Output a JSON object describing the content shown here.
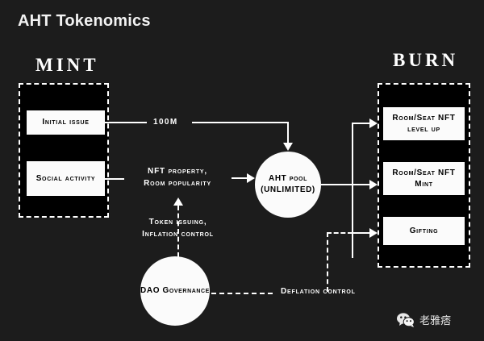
{
  "page": {
    "title": "AHT Tokenomics",
    "background": "#1c1c1c",
    "foreground": "#ffffff",
    "box_fill": "#fbfbfb",
    "container_fill": "#000000"
  },
  "mint": {
    "heading": "MINT",
    "boxes": [
      {
        "label": "Initial issue"
      },
      {
        "label": "Social\nactivity"
      }
    ]
  },
  "burn": {
    "heading": "BURN",
    "boxes": [
      {
        "label": "Room/Seat\nNFT level up"
      },
      {
        "label": "Room/Seat\nNFT Mint"
      },
      {
        "label": "Gifting"
      }
    ]
  },
  "pool": {
    "label": "AHT pool\n(UNLIMITED)"
  },
  "dao": {
    "label": "DAO\nGovernance"
  },
  "flows": {
    "initial_issue_amount": "100M",
    "nft_property": "NFT property,\nRoom popularity",
    "token_issuing": "Token issuing,\nInflation  control",
    "deflation_control": "Deflation control"
  },
  "watermark": {
    "icon": "wechat-icon",
    "name": "老雅痞"
  }
}
